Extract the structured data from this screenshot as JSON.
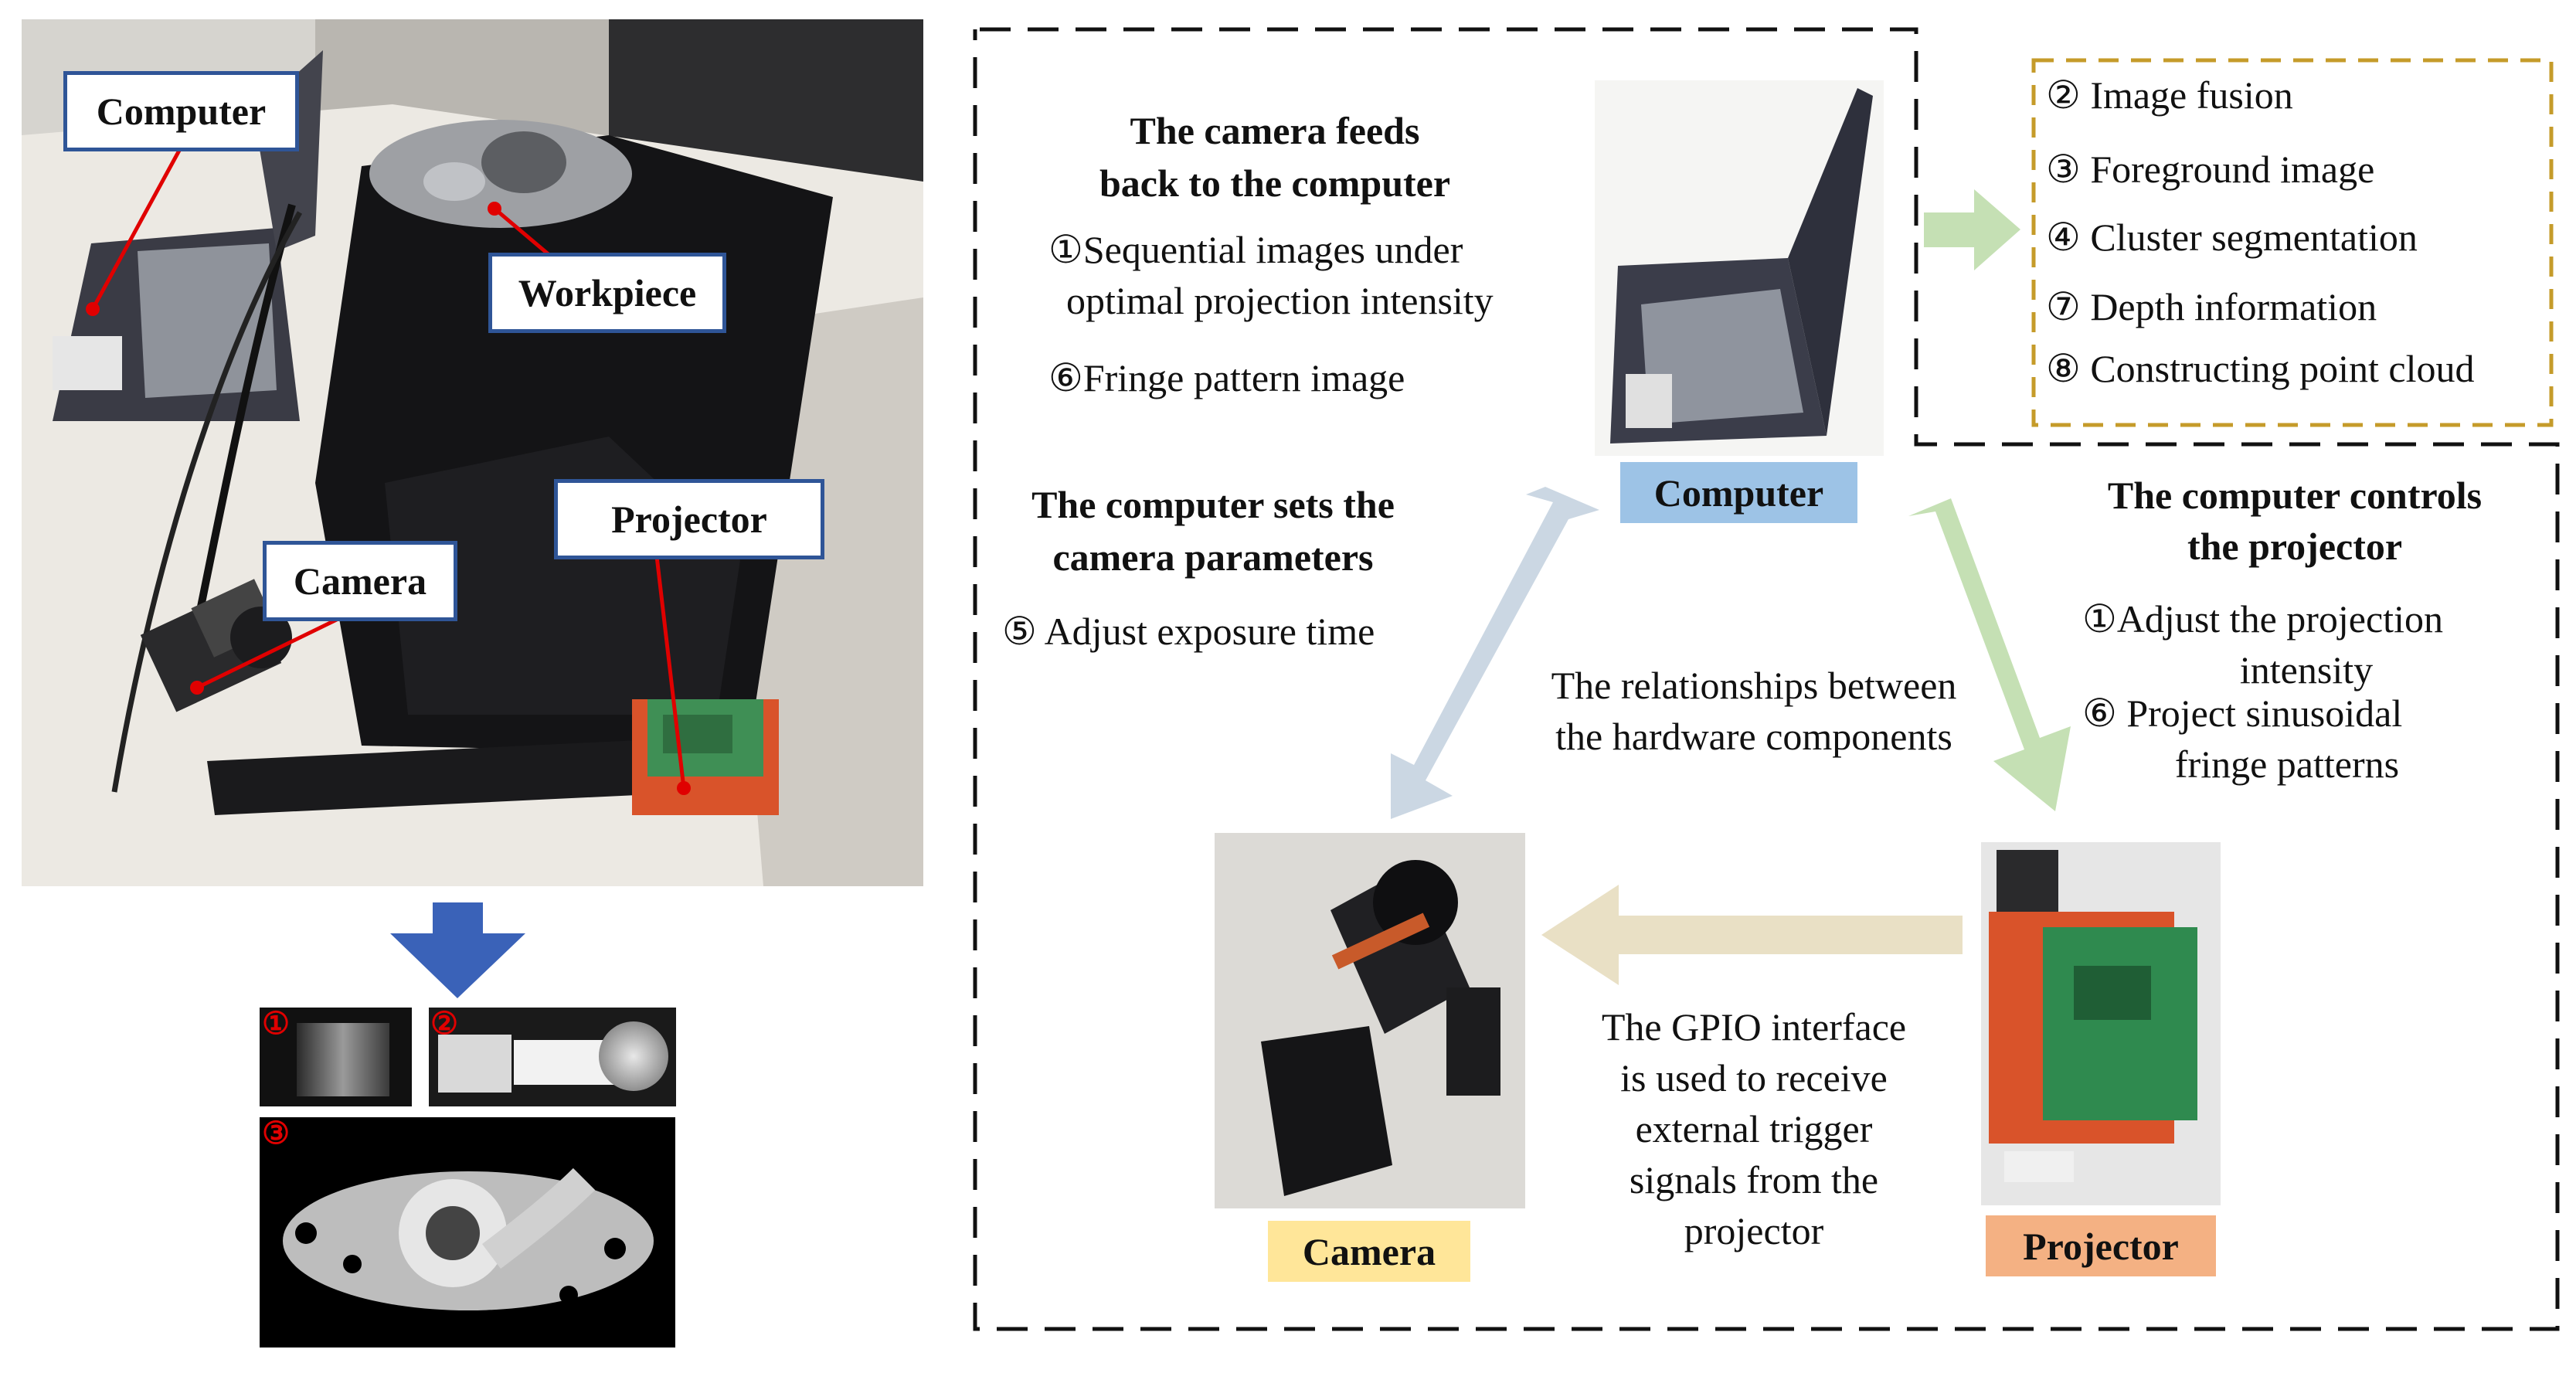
{
  "left_photo": {
    "labels": {
      "computer": "Computer",
      "workpiece": "Workpiece",
      "projector": "Projector",
      "camera": "Camera"
    }
  },
  "thumbnails": {
    "markers": [
      "①",
      "②",
      "③"
    ]
  },
  "diagram": {
    "camera_feeds_title": [
      "The camera feeds",
      "back to the computer"
    ],
    "camera_feeds_items": [
      "①Sequential images under",
      "optimal projection intensity",
      "⑥Fringe pattern image"
    ],
    "computer_sets_title": [
      "The computer sets the",
      "camera parameters"
    ],
    "computer_sets_items": [
      "⑤  Adjust exposure time"
    ],
    "relationships": [
      "The relationships between",
      "the hardware components"
    ],
    "computer_controls_title": [
      "The computer controls",
      "the projector"
    ],
    "computer_controls_items": [
      "①Adjust the projection",
      "intensity",
      "⑥ Project sinusoidal",
      "fringe patterns"
    ],
    "gpio_text": [
      "The GPIO interface",
      "is used to receive",
      "external trigger",
      "signals from the",
      "projector"
    ],
    "processing_steps": [
      "②  Image fusion",
      "③  Foreground image",
      "④  Cluster segmentation",
      "⑦  Depth information",
      "⑧  Constructing point cloud"
    ],
    "tags": {
      "computer": "Computer",
      "camera": "Camera",
      "projector": "Projector"
    }
  },
  "colors": {
    "label_border": "#2f5597",
    "down_arrow": "#3a62b8",
    "computer_tag": "#9dc3e6",
    "camera_tag": "#ffe699",
    "projector_tag": "#f4b183",
    "arrow_green": "#c5e0b4",
    "arrow_blue_grey": "#cbd7e3",
    "arrow_beige": "#e9e0c5",
    "processing_border": "#c59b2a"
  }
}
